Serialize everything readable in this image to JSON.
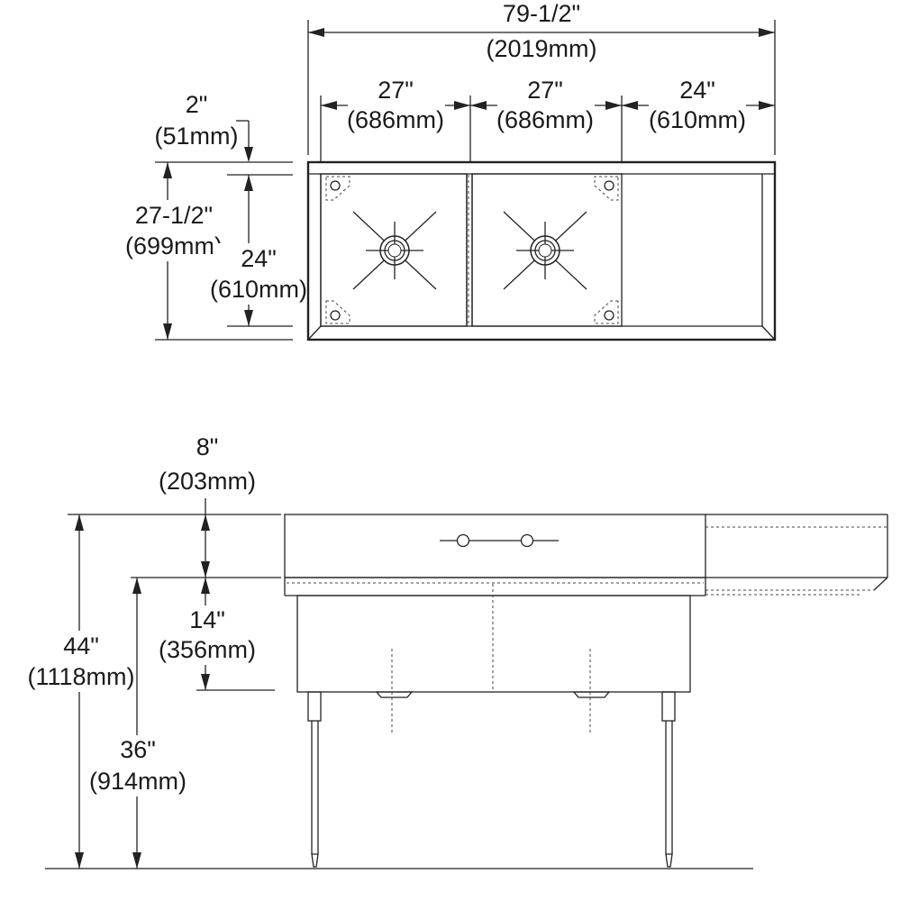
{
  "top_view": {
    "overall_width": {
      "imperial": "79-1/2\"",
      "metric": "(2019mm)"
    },
    "bowl_1_width": {
      "imperial": "27\"",
      "metric": "(686mm)"
    },
    "bowl_2_width": {
      "imperial": "27\"",
      "metric": "(686mm)"
    },
    "drainboard_width": {
      "imperial": "24\"",
      "metric": "(610mm)"
    },
    "backsplash_depth": {
      "imperial": "2\"",
      "metric": "(51mm)"
    },
    "overall_depth": {
      "imperial": "27-1/2\"",
      "metric": "(699mm)"
    },
    "bowl_depth": {
      "imperial": "24\"",
      "metric": "(610mm)"
    }
  },
  "front_view": {
    "backsplash_height": {
      "imperial": "8\"",
      "metric": "(203mm)"
    },
    "bowl_height": {
      "imperial": "14\"",
      "metric": "(356mm)"
    },
    "overall_height": {
      "imperial": "44\"",
      "metric": "(1118mm)"
    },
    "rim_height": {
      "imperial": "36\"",
      "metric": "(914mm)"
    }
  }
}
